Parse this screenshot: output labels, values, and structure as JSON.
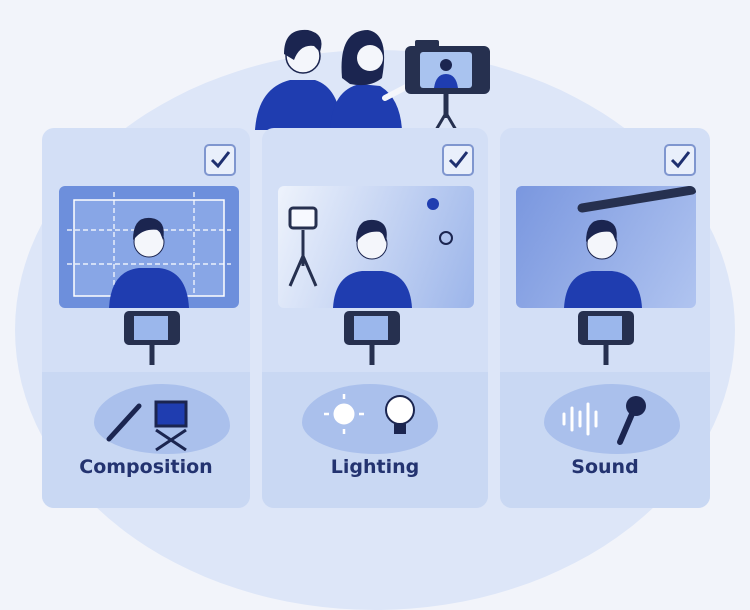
{
  "cards": [
    {
      "label": "Composition",
      "checked": true
    },
    {
      "label": "Lighting",
      "checked": true
    },
    {
      "label": "Sound",
      "checked": true
    }
  ],
  "colors": {
    "accent": "#1f3db0",
    "label": "#233370",
    "card": "#d3dff6"
  }
}
